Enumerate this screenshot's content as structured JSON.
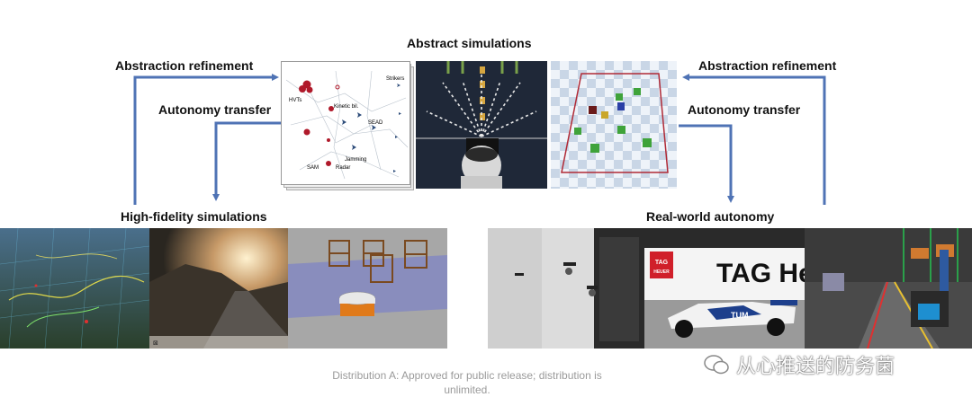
{
  "labels": {
    "abstract_simulations": "Abstract simulations",
    "abstraction_refinement_left": "Abstraction refinement",
    "abstraction_refinement_right": "Abstraction refinement",
    "autonomy_transfer_left": "Autonomy transfer",
    "autonomy_transfer_right": "Autonomy transfer",
    "high_fidelity": "High-fidelity simulations",
    "real_world": "Real-world autonomy"
  },
  "map_panel": {
    "hvts": "HVTs",
    "strikers": "Strikers",
    "kinetic_bil": "Kinetic bil.",
    "sead": "SEAD",
    "jamming": "Jamming",
    "sam": "SAM",
    "radar": "Radar"
  },
  "photo_text": {
    "tag_sign": "TAG He",
    "tag_logo_line1": "TAG",
    "tag_logo_line2": "HEUER",
    "car_text": "TUM"
  },
  "footer": {
    "line1": "Distribution A: Approved for public release; distribution is",
    "line2": "unlimited."
  },
  "watermark": {
    "text": "从心推送的防务菌"
  },
  "colors": {
    "arrow": "#4f73b5",
    "red_marker": "#b0192a",
    "blue_plane": "#2e4d7a"
  }
}
